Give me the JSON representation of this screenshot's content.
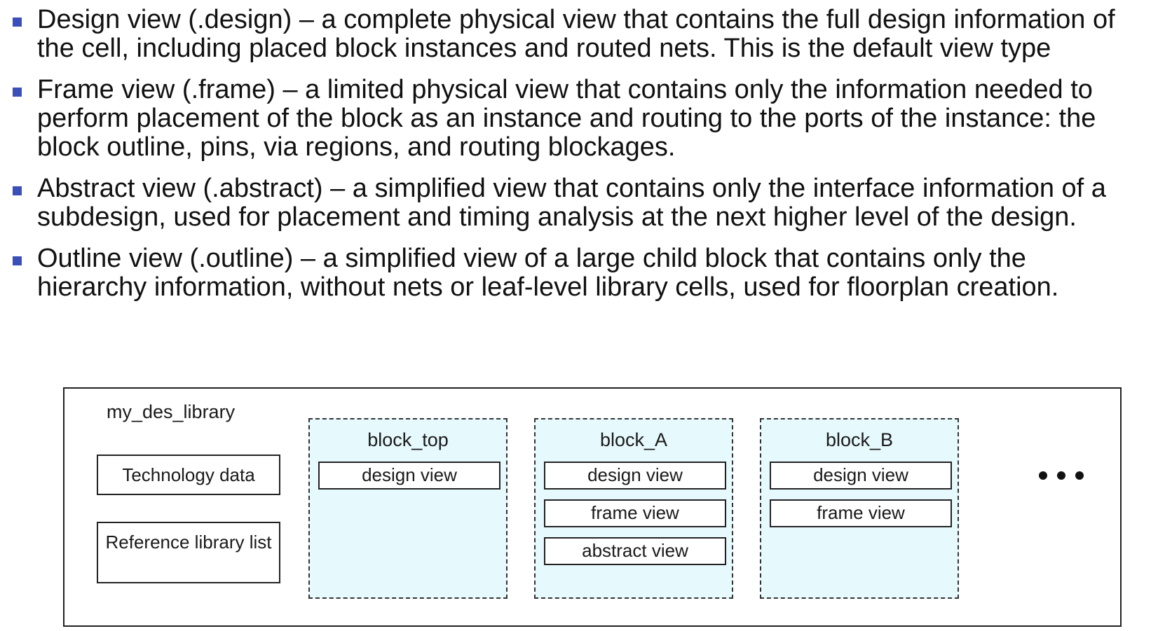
{
  "bullets": [
    {
      "text": "Design view (.design) – a complete physical view that contains the full design information of the cell, including placed block instances and routed nets. This is the default view type"
    },
    {
      "text": "Frame view (.frame) – a limited physical view that contains only the information needed to perform placement of the block as an instance and routing to the ports of the instance: the block outline, pins, via regions, and routing blockages."
    },
    {
      "text": "Abstract view (.abstract) – a simplified view that contains only the interface information of a subdesign, used for placement and timing analysis at the next higher level of the design."
    },
    {
      "text": "Outline view (.outline) – a simplified view of a large child block that contains only the hierarchy information, without nets or leaf-level library cells, used for floorplan creation."
    }
  ],
  "diagram": {
    "library_name": "my_des_library",
    "tech_data_label": "Technology data",
    "ref_lib_label": "Reference library list",
    "blocks": [
      {
        "name": "block_top",
        "views": [
          "design view"
        ]
      },
      {
        "name": "block_A",
        "views": [
          "design view",
          "frame view",
          "abstract view"
        ]
      },
      {
        "name": "block_B",
        "views": [
          "design view",
          "frame view"
        ]
      }
    ]
  },
  "colors": {
    "bullet_marker": "#3a4fb8",
    "block_fill": "#e6f9fd"
  },
  "icons": {
    "bullet": "square-bullet-icon",
    "more": "ellipsis-icon"
  }
}
